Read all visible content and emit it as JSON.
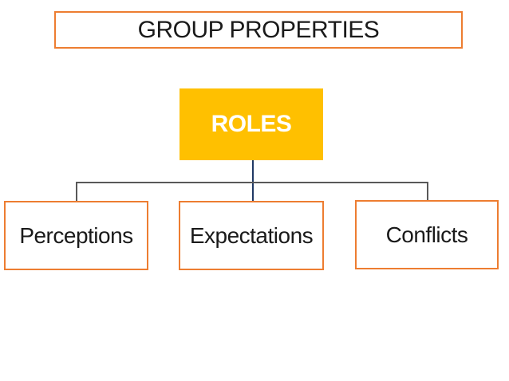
{
  "diagram": {
    "title": "GROUP PROPERTIES",
    "root": {
      "label": "ROLES"
    },
    "children": [
      {
        "label": "Perceptions"
      },
      {
        "label": "Expectations"
      },
      {
        "label": "Conflicts"
      }
    ],
    "colors": {
      "background": "#FFFFFF",
      "gold": "#FFC000",
      "orange_border": "#ED7D31",
      "navy_line": "#1F3864",
      "gray_line": "#595959",
      "text": "#1A1A1A",
      "root_text": "#FFFFFF"
    }
  }
}
